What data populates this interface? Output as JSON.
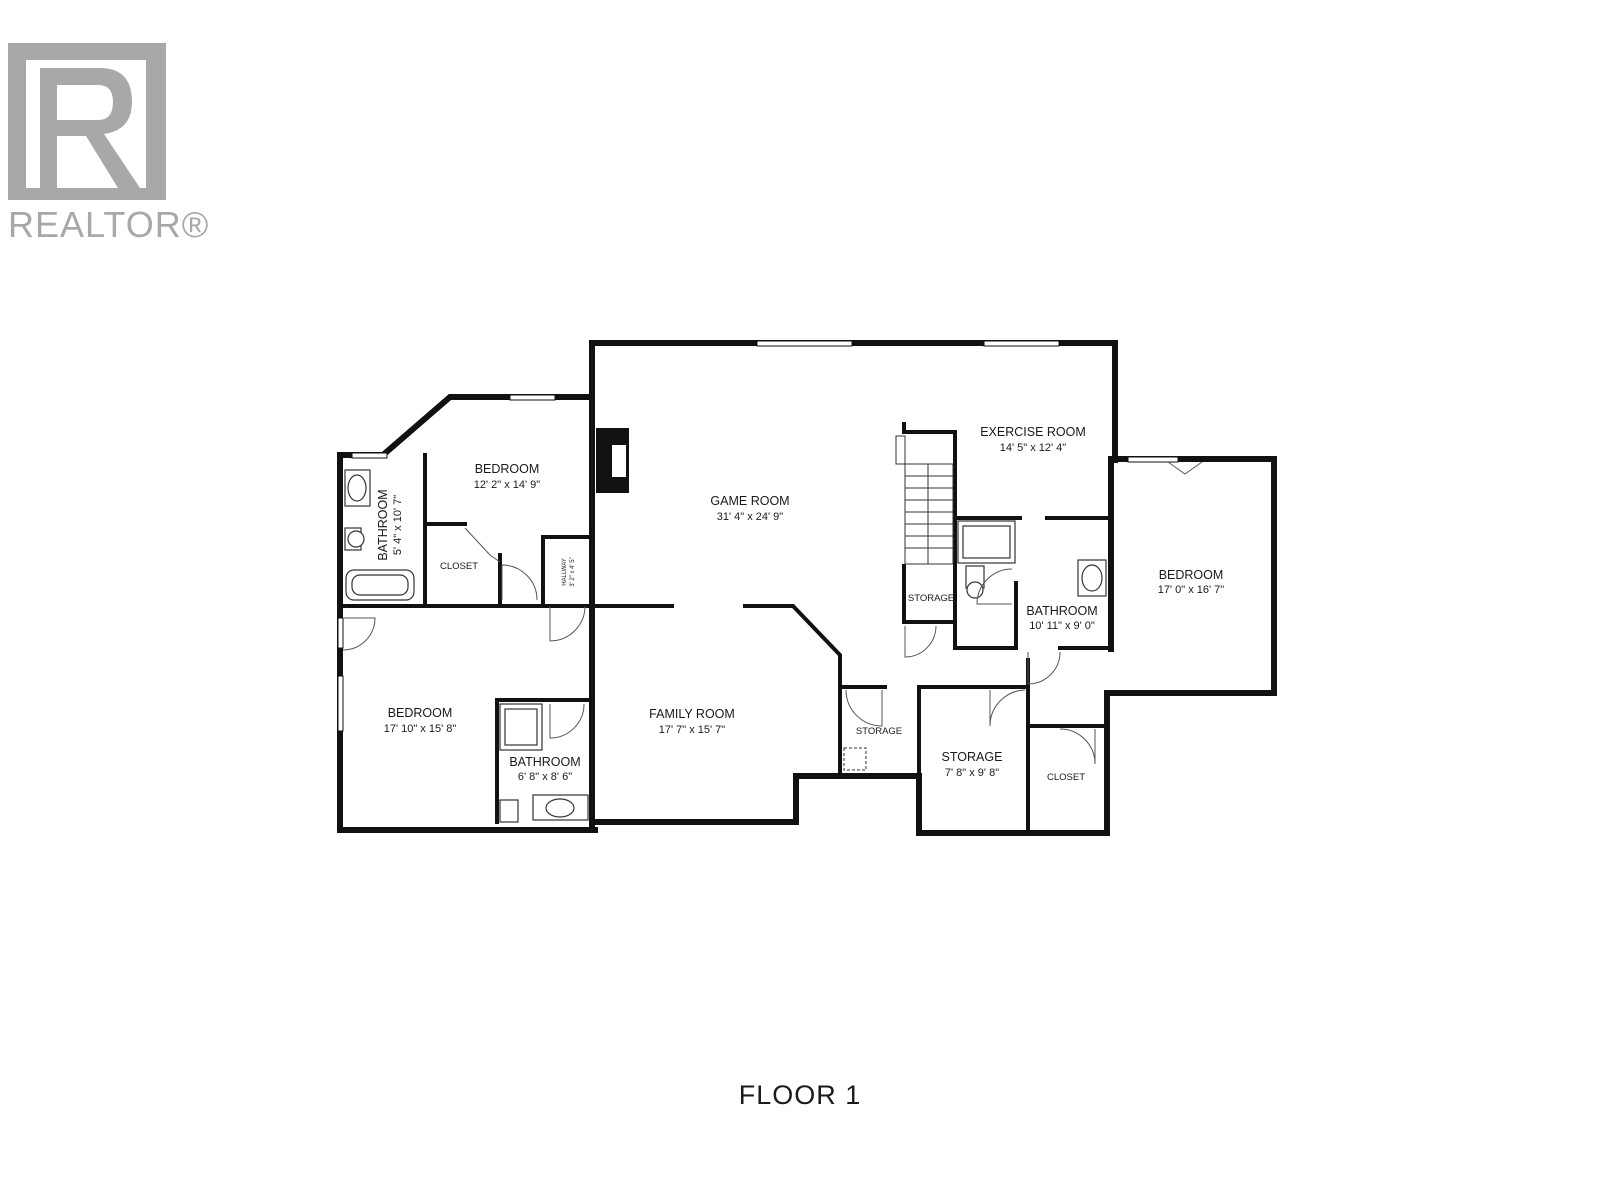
{
  "logo": {
    "text": "REALTOR®"
  },
  "floor_title": "FLOOR 1",
  "rooms": {
    "bedroom_nw": {
      "name": "BEDROOM",
      "dims": "12' 2\" x 14' 9\""
    },
    "bathroom_w": {
      "name": "BATHROOM",
      "dims": "5' 4\" x 10' 7\""
    },
    "closet_w": {
      "name": "CLOSET"
    },
    "hallway": {
      "name": "HALLWAY",
      "dims": "3' 2\" x 4' 5\""
    },
    "game_room": {
      "name": "GAME ROOM",
      "dims": "31' 4\" x 24' 9\""
    },
    "exercise_room": {
      "name": "EXERCISE ROOM",
      "dims": "14' 5\" x 12' 4\""
    },
    "storage_stairs": {
      "name": "STORAGE"
    },
    "bathroom_e": {
      "name": "BATHROOM",
      "dims": "10' 11\" x 9' 0\""
    },
    "bedroom_e": {
      "name": "BEDROOM",
      "dims": "17' 0\" x 16' 7\""
    },
    "bedroom_sw": {
      "name": "BEDROOM",
      "dims": "17' 10\" x 15' 8\""
    },
    "bathroom_s": {
      "name": "BATHROOM",
      "dims": "6' 8\" x 8' 6\""
    },
    "family_room": {
      "name": "FAMILY ROOM",
      "dims": "17' 7\" x 15' 7\""
    },
    "storage_small": {
      "name": "STORAGE"
    },
    "storage_large": {
      "name": "STORAGE",
      "dims": "7' 8\" x 9' 8\""
    },
    "closet_e": {
      "name": "CLOSET"
    }
  }
}
